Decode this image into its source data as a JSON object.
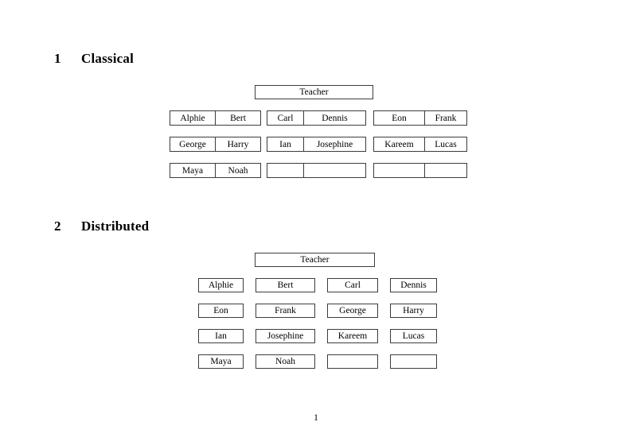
{
  "document": {
    "page_number": "1"
  },
  "sections": [
    {
      "number": "1",
      "title": "Classical",
      "teacher_label": "Teacher",
      "groups": [
        {
          "name": "left",
          "rows": [
            [
              "Alphie",
              "Bert"
            ],
            [
              "George",
              "Harry"
            ],
            [
              "Maya",
              "Noah"
            ]
          ]
        },
        {
          "name": "middle",
          "rows": [
            [
              "Carl",
              "Dennis"
            ],
            [
              "Ian",
              "Josephine"
            ],
            [
              "",
              ""
            ]
          ]
        },
        {
          "name": "right",
          "rows": [
            [
              "Eon",
              "Frank"
            ],
            [
              "Kareem",
              "Lucas"
            ],
            [
              "",
              ""
            ]
          ]
        }
      ]
    },
    {
      "number": "2",
      "title": "Distributed",
      "teacher_label": "Teacher",
      "rows": [
        [
          "Alphie",
          "Bert",
          "Carl",
          "Dennis"
        ],
        [
          "Eon",
          "Frank",
          "George",
          "Harry"
        ],
        [
          "Ian",
          "Josephine",
          "Kareem",
          "Lucas"
        ],
        [
          "Maya",
          "Noah",
          "",
          ""
        ]
      ]
    }
  ]
}
